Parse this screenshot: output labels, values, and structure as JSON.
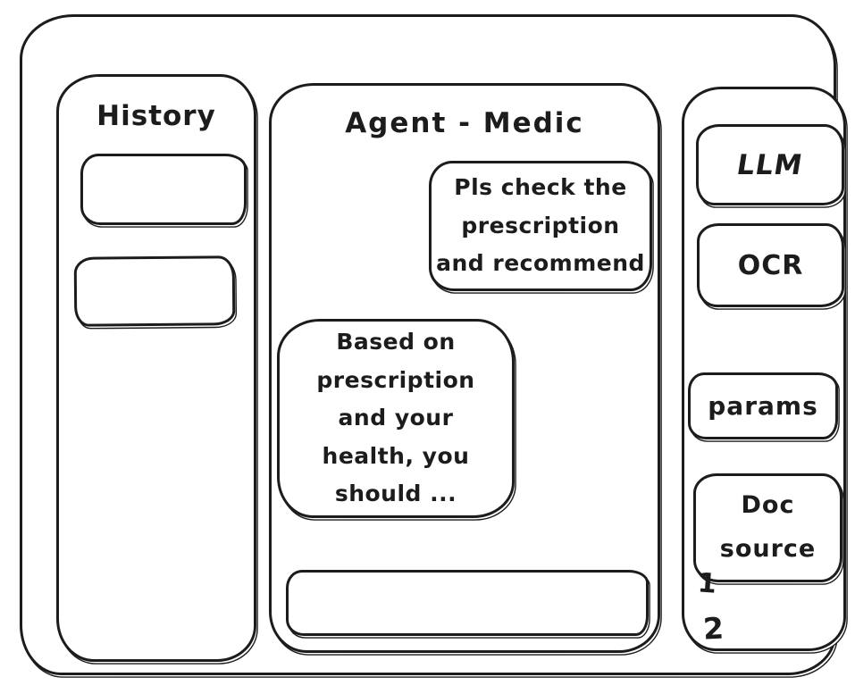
{
  "colors": {
    "ink": "#1c1c1c",
    "background": "#ffffff"
  },
  "history_panel": {
    "title": "History",
    "items": [
      {
        "label": ""
      },
      {
        "label": ""
      }
    ]
  },
  "chat_panel": {
    "title": "Agent - Medic",
    "messages": [
      {
        "role": "user",
        "text": "Pls check the\nprescription\nand recommend"
      },
      {
        "role": "assistant",
        "text": "Based on\nprescription\nand your\nhealth, you\nshould ..."
      }
    ],
    "input": {
      "value": "",
      "placeholder": ""
    }
  },
  "tools_panel": {
    "buttons": [
      {
        "id": "llm",
        "label": "LLM"
      },
      {
        "id": "ocr",
        "label": "OCR"
      },
      {
        "id": "params",
        "label": "params"
      },
      {
        "id": "doc-source",
        "label": "Doc\nsource"
      }
    ],
    "annotations": [
      {
        "label": "1"
      },
      {
        "label": "2"
      }
    ]
  }
}
